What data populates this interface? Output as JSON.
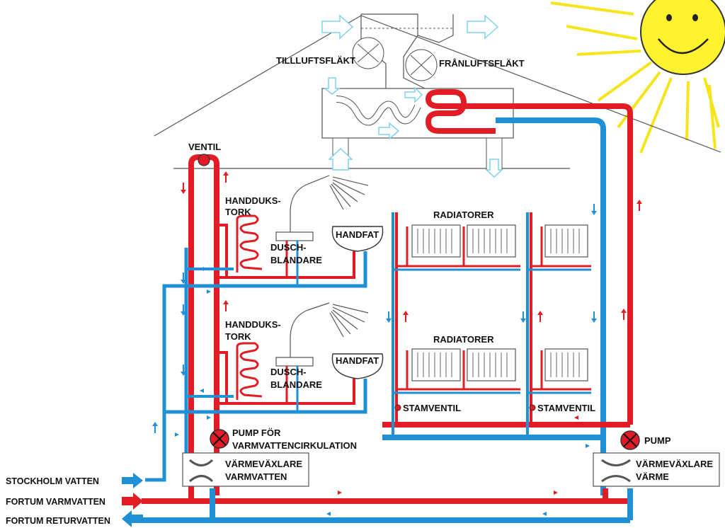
{
  "labels": {
    "tilluftsflakt": "TILLLUFTSFLÄKT",
    "franluftsflakt": "FRÅNLUFTSFLÄKT",
    "ventil": "VENTIL",
    "handdukstork_1_line1": "HANDDUKS-",
    "handdukstork_1_line2": "TORK",
    "handdukstork_2_line1": "HANDDUKS-",
    "handdukstork_2_line2": "TORK",
    "duschblandare_1_line1": "DUSCH-",
    "duschblandare_1_line2": "BLANDARE",
    "duschblandare_2_line1": "DUSCH-",
    "duschblandare_2_line2": "BLANDARE",
    "handfat_1": "HANDFAT",
    "handfat_2": "HANDFAT",
    "radiatorer_1": "RADIATORER",
    "radiatorer_2": "RADIATORER",
    "stamventil_1": "STAMVENTIL",
    "stamventil_2": "STAMVENTIL",
    "pump_cirk_line1": "PUMP FÖR",
    "pump_cirk_line2": "VARMVATTENCIRKULATION",
    "pump": "PUMP",
    "vvx_varmvatten_line1": "VÄRMEVÄXLARE",
    "vvx_varmvatten_line2": "VARMVATTEN",
    "vvx_varme_line1": "VÄRMEVÄXLARE",
    "vvx_varme_line2": "VÄRME",
    "stockholm_vatten": "STOCKHOLM VATTEN",
    "fortum_varmvatten": "FORTUM VARMVATTEN",
    "fortum_returvatten": "FORTUM RETURVATTEN"
  },
  "colors": {
    "hot": "#e21c24",
    "cold": "#1f8fd6",
    "air_arrow": "#7fd0f0",
    "sun": "#fff22e",
    "sun_rays": "#f5e51c",
    "outline": "#555555"
  }
}
